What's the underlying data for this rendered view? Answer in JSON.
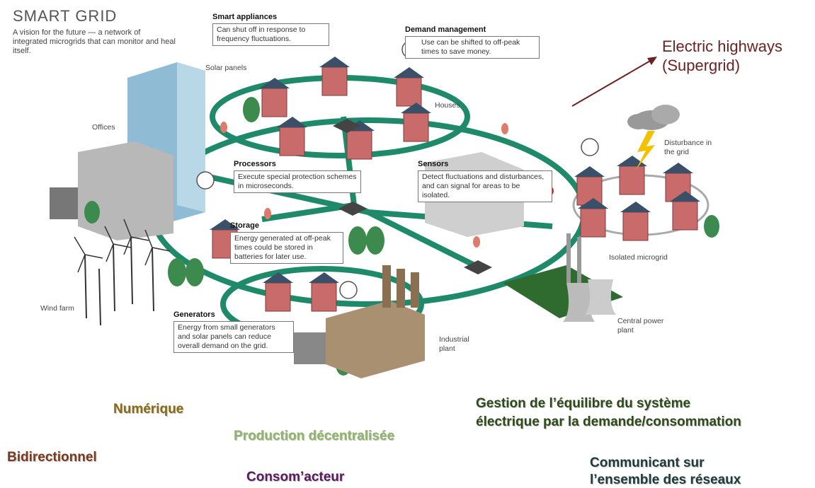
{
  "header": {
    "title": "SMART GRID",
    "subtitle": "A vision for the future — a network of integrated microgrids that can monitor and heal itself."
  },
  "callouts": {
    "smart_appliances": {
      "heading": "Smart appliances",
      "text": "Can shut off in response to frequency fluctuations."
    },
    "demand_management": {
      "heading": "Demand management",
      "text": "Use can be shifted to off-peak times to save money."
    },
    "processors": {
      "heading": "Processors",
      "text": "Execute special protection schemes in microseconds."
    },
    "sensors": {
      "heading": "Sensors",
      "text": "Detect fluctuations and disturbances, and can signal for areas to be isolated."
    },
    "storage": {
      "heading": "Storage",
      "text": "Energy generated at off-peak times could be stored in batteries for later use."
    },
    "generators": {
      "heading": "Generators",
      "text": "Energy from small generators and solar panels can reduce overall demand on the grid."
    }
  },
  "labels": {
    "solar_panels": "Solar panels",
    "offices": "Offices",
    "houses": "Houses",
    "disturbance": "Disturbance in the grid",
    "isolated_microgrid": "Isolated microgrid",
    "wind_farm": "Wind farm",
    "industrial_plant": "Industrial plant",
    "central_power_plant": "Central power plant"
  },
  "electric_highways": "Electric highways (Supergrid)",
  "keywords": {
    "numerique": "Numérique",
    "production": "Production décentralisée",
    "bidirectionnel": "Bidirectionnel",
    "consomacteur": "Consom’acteur",
    "gestion_line1": "Gestion de l’équilibre du système",
    "gestion_line2": "électrique par la demande/consommation",
    "communicant_line1": "Communicant sur",
    "communicant_line2": "l’ensemble des réseaux"
  },
  "colors": {
    "grid_line": "#1f8a6a",
    "house_wall": "#c96b6b",
    "roof": "#3a5068",
    "tank": "#3d8a4e",
    "arrow": "#6b2222",
    "kw_numerique": "#8a6a12",
    "kw_production": "#8fb46a",
    "kw_bidirectionnel": "#7a3a1e",
    "kw_consomacteur": "#5a1a5e",
    "kw_gestion": "#2f4a1a",
    "kw_communicant": "#1e3a3a"
  }
}
